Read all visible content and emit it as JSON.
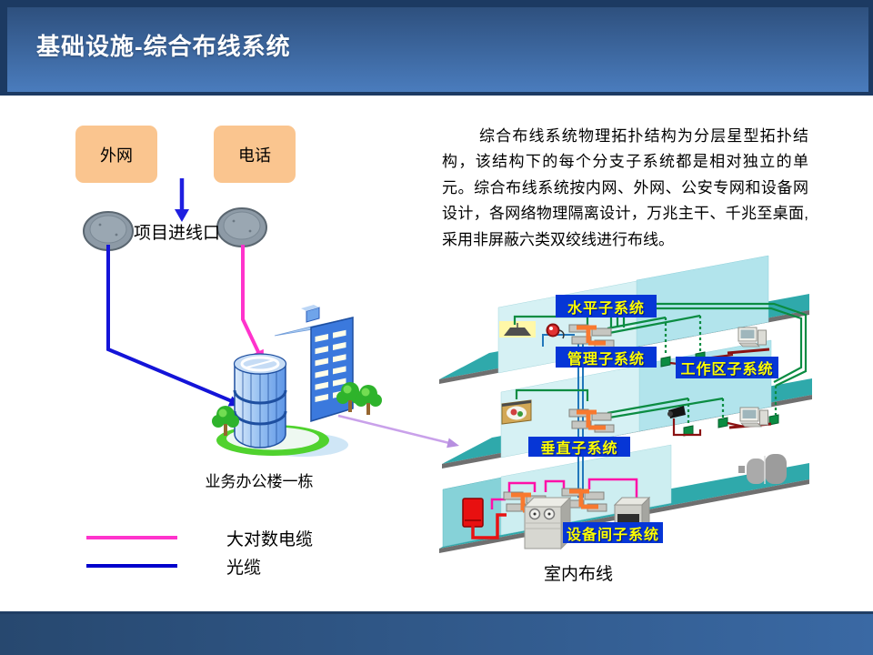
{
  "header": {
    "title": "基础设施-综合布线系统"
  },
  "description": "综合布线系统物理拓扑结构为分层星型拓扑结构，该结构下的每个分支子系统都是相对独立的单元。综合布线系统按内网、外网、公安专网和设备网设计，各网络物理隔离设计，万兆主干、千兆至桌面,采用非屏蔽六类双绞线进行布线。",
  "outside_plant": {
    "source_boxes": [
      {
        "label": "外网"
      },
      {
        "label": "电话"
      }
    ],
    "inlet_label": "项目进线口",
    "building_label": "业务办公楼一栋",
    "legend": [
      {
        "label": "大对数电缆",
        "color": "#ff33cc"
      },
      {
        "label": "光缆",
        "color": "#0000cc"
      }
    ]
  },
  "indoor": {
    "caption": "室内布线",
    "subsystem_labels": [
      {
        "label": "水平子系统"
      },
      {
        "label": "管理子系统"
      },
      {
        "label": "工作区子系统"
      },
      {
        "label": "垂直子系统"
      },
      {
        "label": "设备间子系统"
      }
    ],
    "label_style": {
      "bg": "#0636d6",
      "text": "#ffff00"
    }
  },
  "palette": {
    "header_top": "#2e507e",
    "header_bottom": "#4a7cbd",
    "frame": "#1c3a62",
    "floor_teal": "#2fa9ab",
    "wall_cyan": "#d6f1f4",
    "source_box": "#fac58f",
    "wire_green": "#0b8c42",
    "wire_darkred": "#8b1212",
    "wire_pink": "#ff10a8",
    "riser_blue": "#2277bb",
    "fiber_blue": "#1414d8",
    "copper_pink": "#ff33cc",
    "link_purple": "#c9a1ea"
  }
}
